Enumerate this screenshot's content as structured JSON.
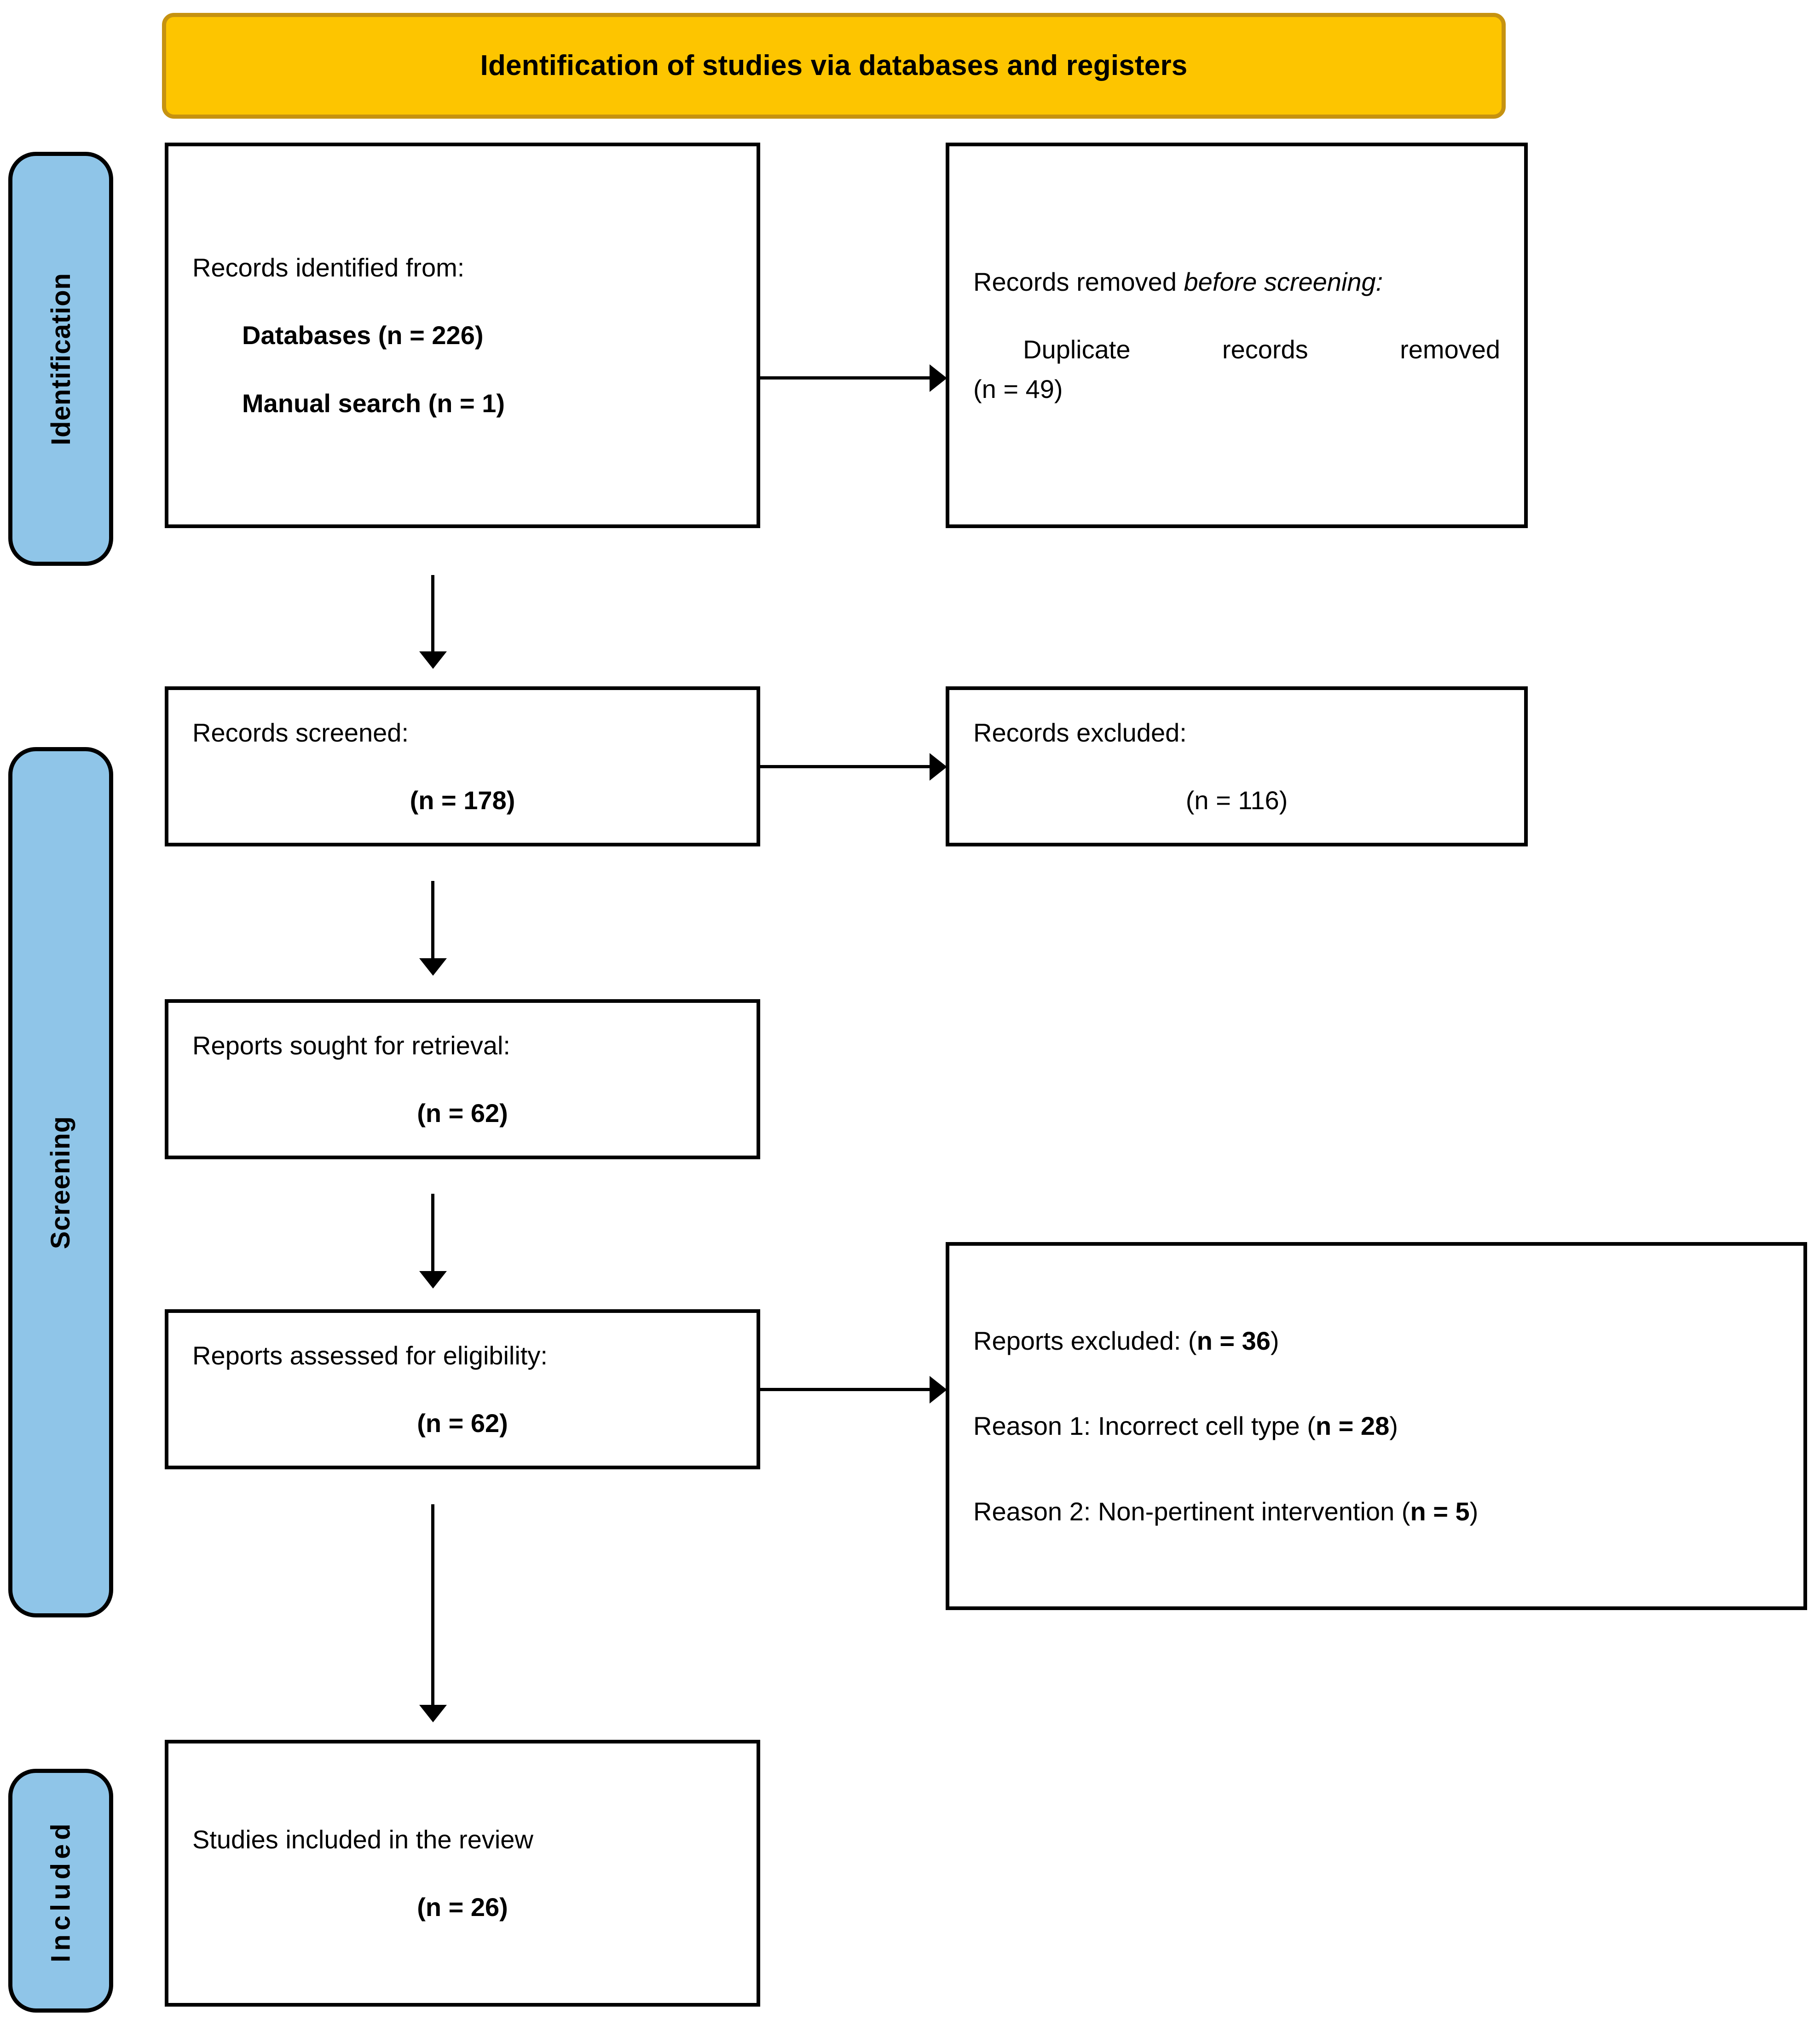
{
  "banner": {
    "title": "Identification of studies via databases and registers"
  },
  "rails": [
    {
      "key": "identification",
      "label": "Identification"
    },
    {
      "key": "screening",
      "label": "Screening"
    },
    {
      "key": "included",
      "label": "Included"
    }
  ],
  "boxes": {
    "identified": {
      "line1": "Records identified from:",
      "line2": "Databases (n = 226)",
      "line3": "Manual search (n = 1)"
    },
    "removed": {
      "lead": "Records removed ",
      "lead_italic": "before screening",
      "lead_tail": ":",
      "detail": "Duplicate records removed",
      "detail_n": "(n = 49)"
    },
    "screened": {
      "label": "Records screened:",
      "count": "(n = 178)"
    },
    "excluded": {
      "label": "Records excluded:",
      "count": "(n = 116)"
    },
    "sought": {
      "label": "Reports sought for retrieval:",
      "count": "(n = 62)"
    },
    "assessed": {
      "label": "Reports assessed for eligibility:",
      "count": "(n = 62)"
    },
    "reports_excluded": {
      "head_label": "Reports excluded: (",
      "head_n": "n = 36",
      "head_close": ")",
      "reason1_label": "Reason 1: Incorrect cell type (",
      "reason1_n": "n = 28",
      "reason1_close": ")",
      "reason2_label": "Reason 2: Non-pertinent intervention (",
      "reason2_n": "n = 5",
      "reason2_close": ")"
    },
    "included": {
      "label": "Studies included in the review",
      "count": "(n = 26)"
    }
  },
  "colors": {
    "banner_fill": "#FDC500",
    "banner_border": "#C69210",
    "rail_fill": "#8FC5E8",
    "stroke": "#000000",
    "box_fill": "#FFFFFF"
  }
}
